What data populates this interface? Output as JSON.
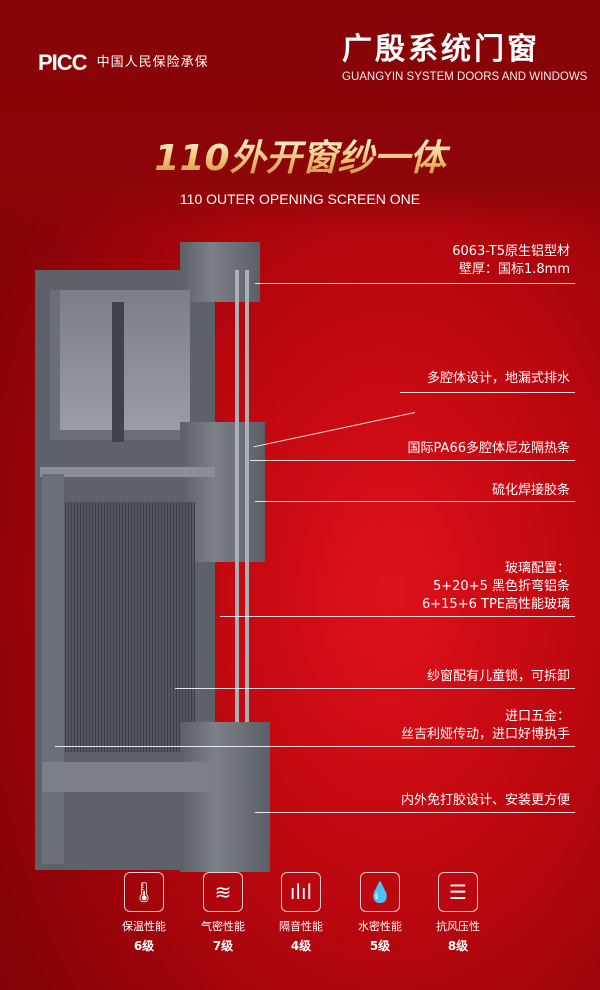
{
  "header": {
    "logo": "PICC",
    "logo_caption": "中国人民保险承保",
    "brand": "广殷系统门窗",
    "brand_en": "GUANGYIN SYSTEM DOORS AND WINDOWS"
  },
  "title": "110外开窗纱一体",
  "subtitle": "110 OUTER OPENING SCREEN ONE",
  "callouts": [
    {
      "lines": [
        "6063-T5原生铝型材",
        "壁厚：国标1.8mm"
      ]
    },
    {
      "lines": [
        "多腔体设计，地漏式排水"
      ]
    },
    {
      "lines": [
        "国际PA66多腔体尼龙隔热条"
      ]
    },
    {
      "lines": [
        "硫化焊接胶条"
      ]
    },
    {
      "lines": [
        "玻璃配置：",
        "5+20+5 黑色折弯铝条",
        "6+15+6 TPE高性能玻璃"
      ]
    },
    {
      "lines": [
        "纱窗配有儿童锁，可拆卸"
      ]
    },
    {
      "lines": [
        "进口五金：",
        "丝吉利娅传动，进口好博执手"
      ]
    },
    {
      "lines": [
        "内外免打胶设计、安装更方便"
      ]
    }
  ],
  "features": [
    {
      "icon": "thermometer-icon",
      "glyph": "🌡",
      "name": "保温性能",
      "grade": "6级"
    },
    {
      "icon": "wind-icon",
      "glyph": "≋",
      "name": "气密性能",
      "grade": "7级"
    },
    {
      "icon": "sound-wave-icon",
      "glyph": "ılıl",
      "name": "隔音性能",
      "grade": "4级"
    },
    {
      "icon": "water-drop-icon",
      "glyph": "💧",
      "name": "水密性能",
      "grade": "5级"
    },
    {
      "icon": "wind-pressure-icon",
      "glyph": "☰",
      "name": "抗风压性",
      "grade": "8级"
    }
  ]
}
